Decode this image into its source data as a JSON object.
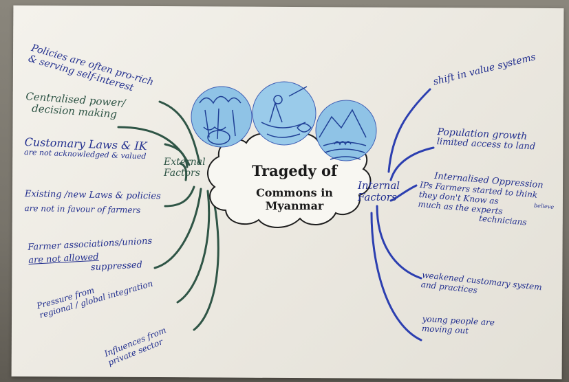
{
  "center": {
    "title_line1": "Tragedy of",
    "title_line2": "Commons in Myanmar"
  },
  "left": {
    "heading_line1": "External",
    "heading_line2": "Factors",
    "items": [
      {
        "line1": "Policies are often pro-rich",
        "line2": "& serving self-interest"
      },
      {
        "line1": "Centralised power/",
        "line2": "decision making"
      },
      {
        "line1": "Customary Laws & IK",
        "line2": "are not acknowledged & valued"
      },
      {
        "line1": "Existing /new Laws & policies",
        "line2": "are not in favour of farmers"
      },
      {
        "line1": "Farmer associations/unions",
        "line2": "are not allowed",
        "line3": "suppressed"
      },
      {
        "line1": "Pressure from",
        "line2": "regional / global integration"
      },
      {
        "line1": "Influences from",
        "line2": "private sector"
      }
    ]
  },
  "right": {
    "heading_line1": "Internal",
    "heading_line2": "Factors",
    "items": [
      {
        "line1": "shift in value systems"
      },
      {
        "line1": "Population growth",
        "line2": "limited access to land"
      },
      {
        "line1": "Internalised Oppression",
        "line2": "IPs Farmers started to think",
        "line3": "they don't Know as",
        "line3b": "believe",
        "line4": "much as the experts",
        "line5": "technicians"
      },
      {
        "line1": "weakened customary system",
        "line2": "and practices"
      },
      {
        "line1": "young people are",
        "line2": "moving out"
      }
    ]
  },
  "colors": {
    "blue_marker": "#23308f",
    "green_marker": "#2f5546",
    "circle_fill": "#8fc3e6"
  },
  "icons": [
    "forest-drawing",
    "fisherman-drawing",
    "terraced-hills-drawing"
  ]
}
